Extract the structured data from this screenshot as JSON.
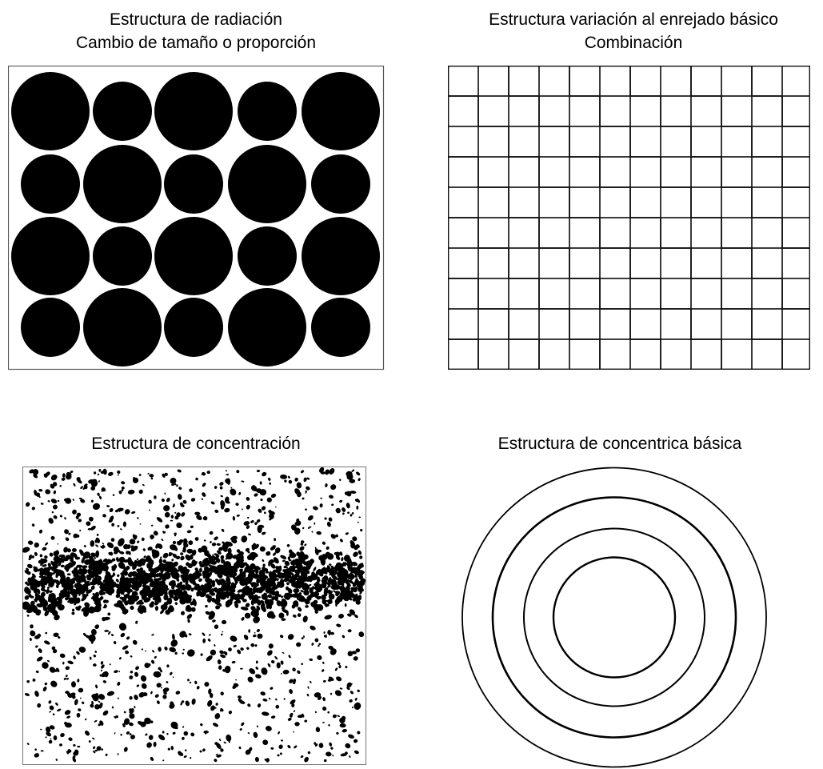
{
  "panels": [
    {
      "title_lines": [
        "Estructura de radiación",
        "Cambio de tamaño o proporción"
      ]
    },
    {
      "title_lines": [
        "Estructura variación al enrejado básico",
        "Combinación"
      ]
    },
    {
      "title_lines": [
        "Estructura de concentración"
      ]
    },
    {
      "title_lines": [
        "Estructura de concentrica básica"
      ]
    }
  ]
}
